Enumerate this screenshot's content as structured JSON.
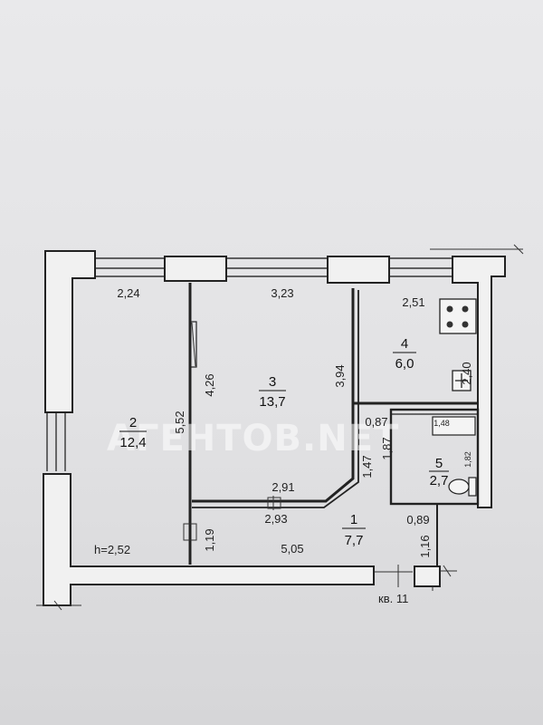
{
  "floor_plan": {
    "rooms": [
      {
        "number": "2",
        "area": "12,4"
      },
      {
        "number": "3",
        "area": "13,7"
      },
      {
        "number": "4",
        "area": "6,0"
      },
      {
        "number": "5",
        "area": "2,7"
      },
      {
        "number": "1",
        "area": "7,7"
      }
    ],
    "dimensions": {
      "room2_top": "2,24",
      "room3_top": "3,23",
      "room4_top": "2,51",
      "room4_side": "2,40",
      "room2_height": "5,52",
      "room3_left": "4,26",
      "room3_right": "3,94",
      "room3_bottom": "2,91",
      "hall_top": "2,93",
      "hall_left": "1,19",
      "hall_bottom": "5,05",
      "bath_top_left": "0,87",
      "bath_top": "1,48",
      "bath_left": "1,87",
      "hall_right": "1,47",
      "bath_right": "1,82",
      "hall_bottom_right": "0,89",
      "entry_side": "1,16"
    },
    "ceiling_height": "h=2,52",
    "apartment_label": "кв. 11",
    "watermark": "АГЕНТОВ.NET"
  },
  "colors": {
    "wall": "#f1f1f1",
    "line": "#222222",
    "background": "#e4e4e6"
  }
}
